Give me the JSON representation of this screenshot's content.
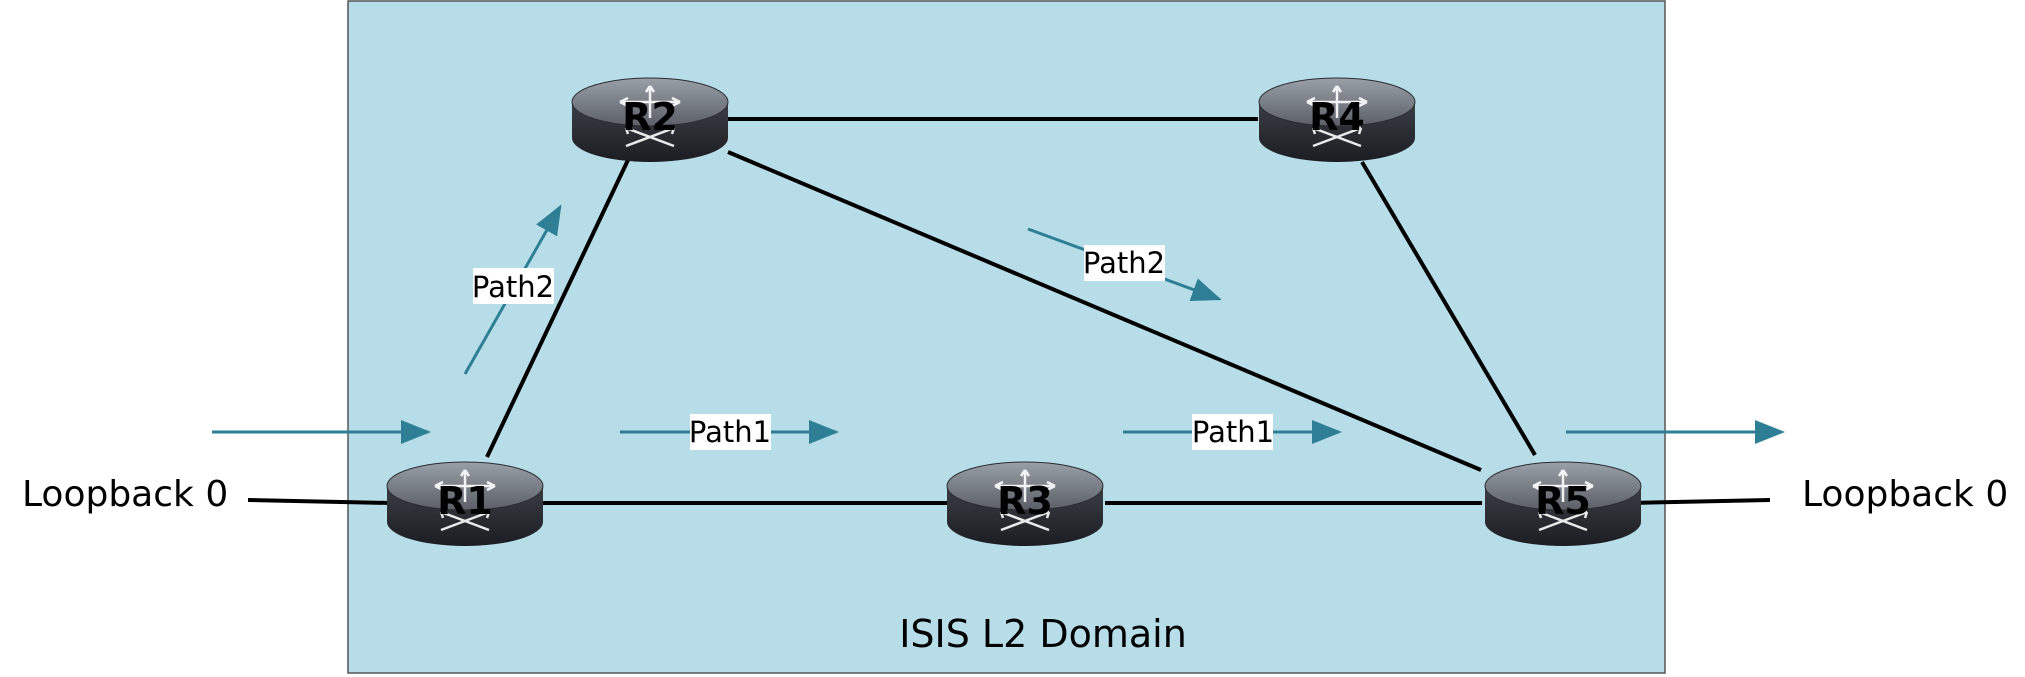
{
  "domain": {
    "label": "ISIS L2 Domain",
    "fill_color": "#b7dde8",
    "border_color": "#555555"
  },
  "routers": [
    {
      "id": "R1",
      "label": "R1"
    },
    {
      "id": "R2",
      "label": "R2"
    },
    {
      "id": "R3",
      "label": "R3"
    },
    {
      "id": "R4",
      "label": "R4"
    },
    {
      "id": "R5",
      "label": "R5"
    }
  ],
  "links": [
    {
      "from": "R1",
      "to": "R2"
    },
    {
      "from": "R1",
      "to": "R3"
    },
    {
      "from": "R3",
      "to": "R5"
    },
    {
      "from": "R2",
      "to": "R4"
    },
    {
      "from": "R2",
      "to": "R5"
    },
    {
      "from": "R4",
      "to": "R5"
    }
  ],
  "paths": {
    "path1_label": "Path1",
    "path2_label": "Path2"
  },
  "loopbacks": {
    "left_label": "Loopback 0",
    "right_label": "Loopback 0"
  },
  "colors": {
    "arrow": "#2e7f96",
    "link": "#000000",
    "label_background": "#ffffff"
  },
  "icons": {
    "router": "router-icon",
    "arrow": "arrow-icon"
  }
}
